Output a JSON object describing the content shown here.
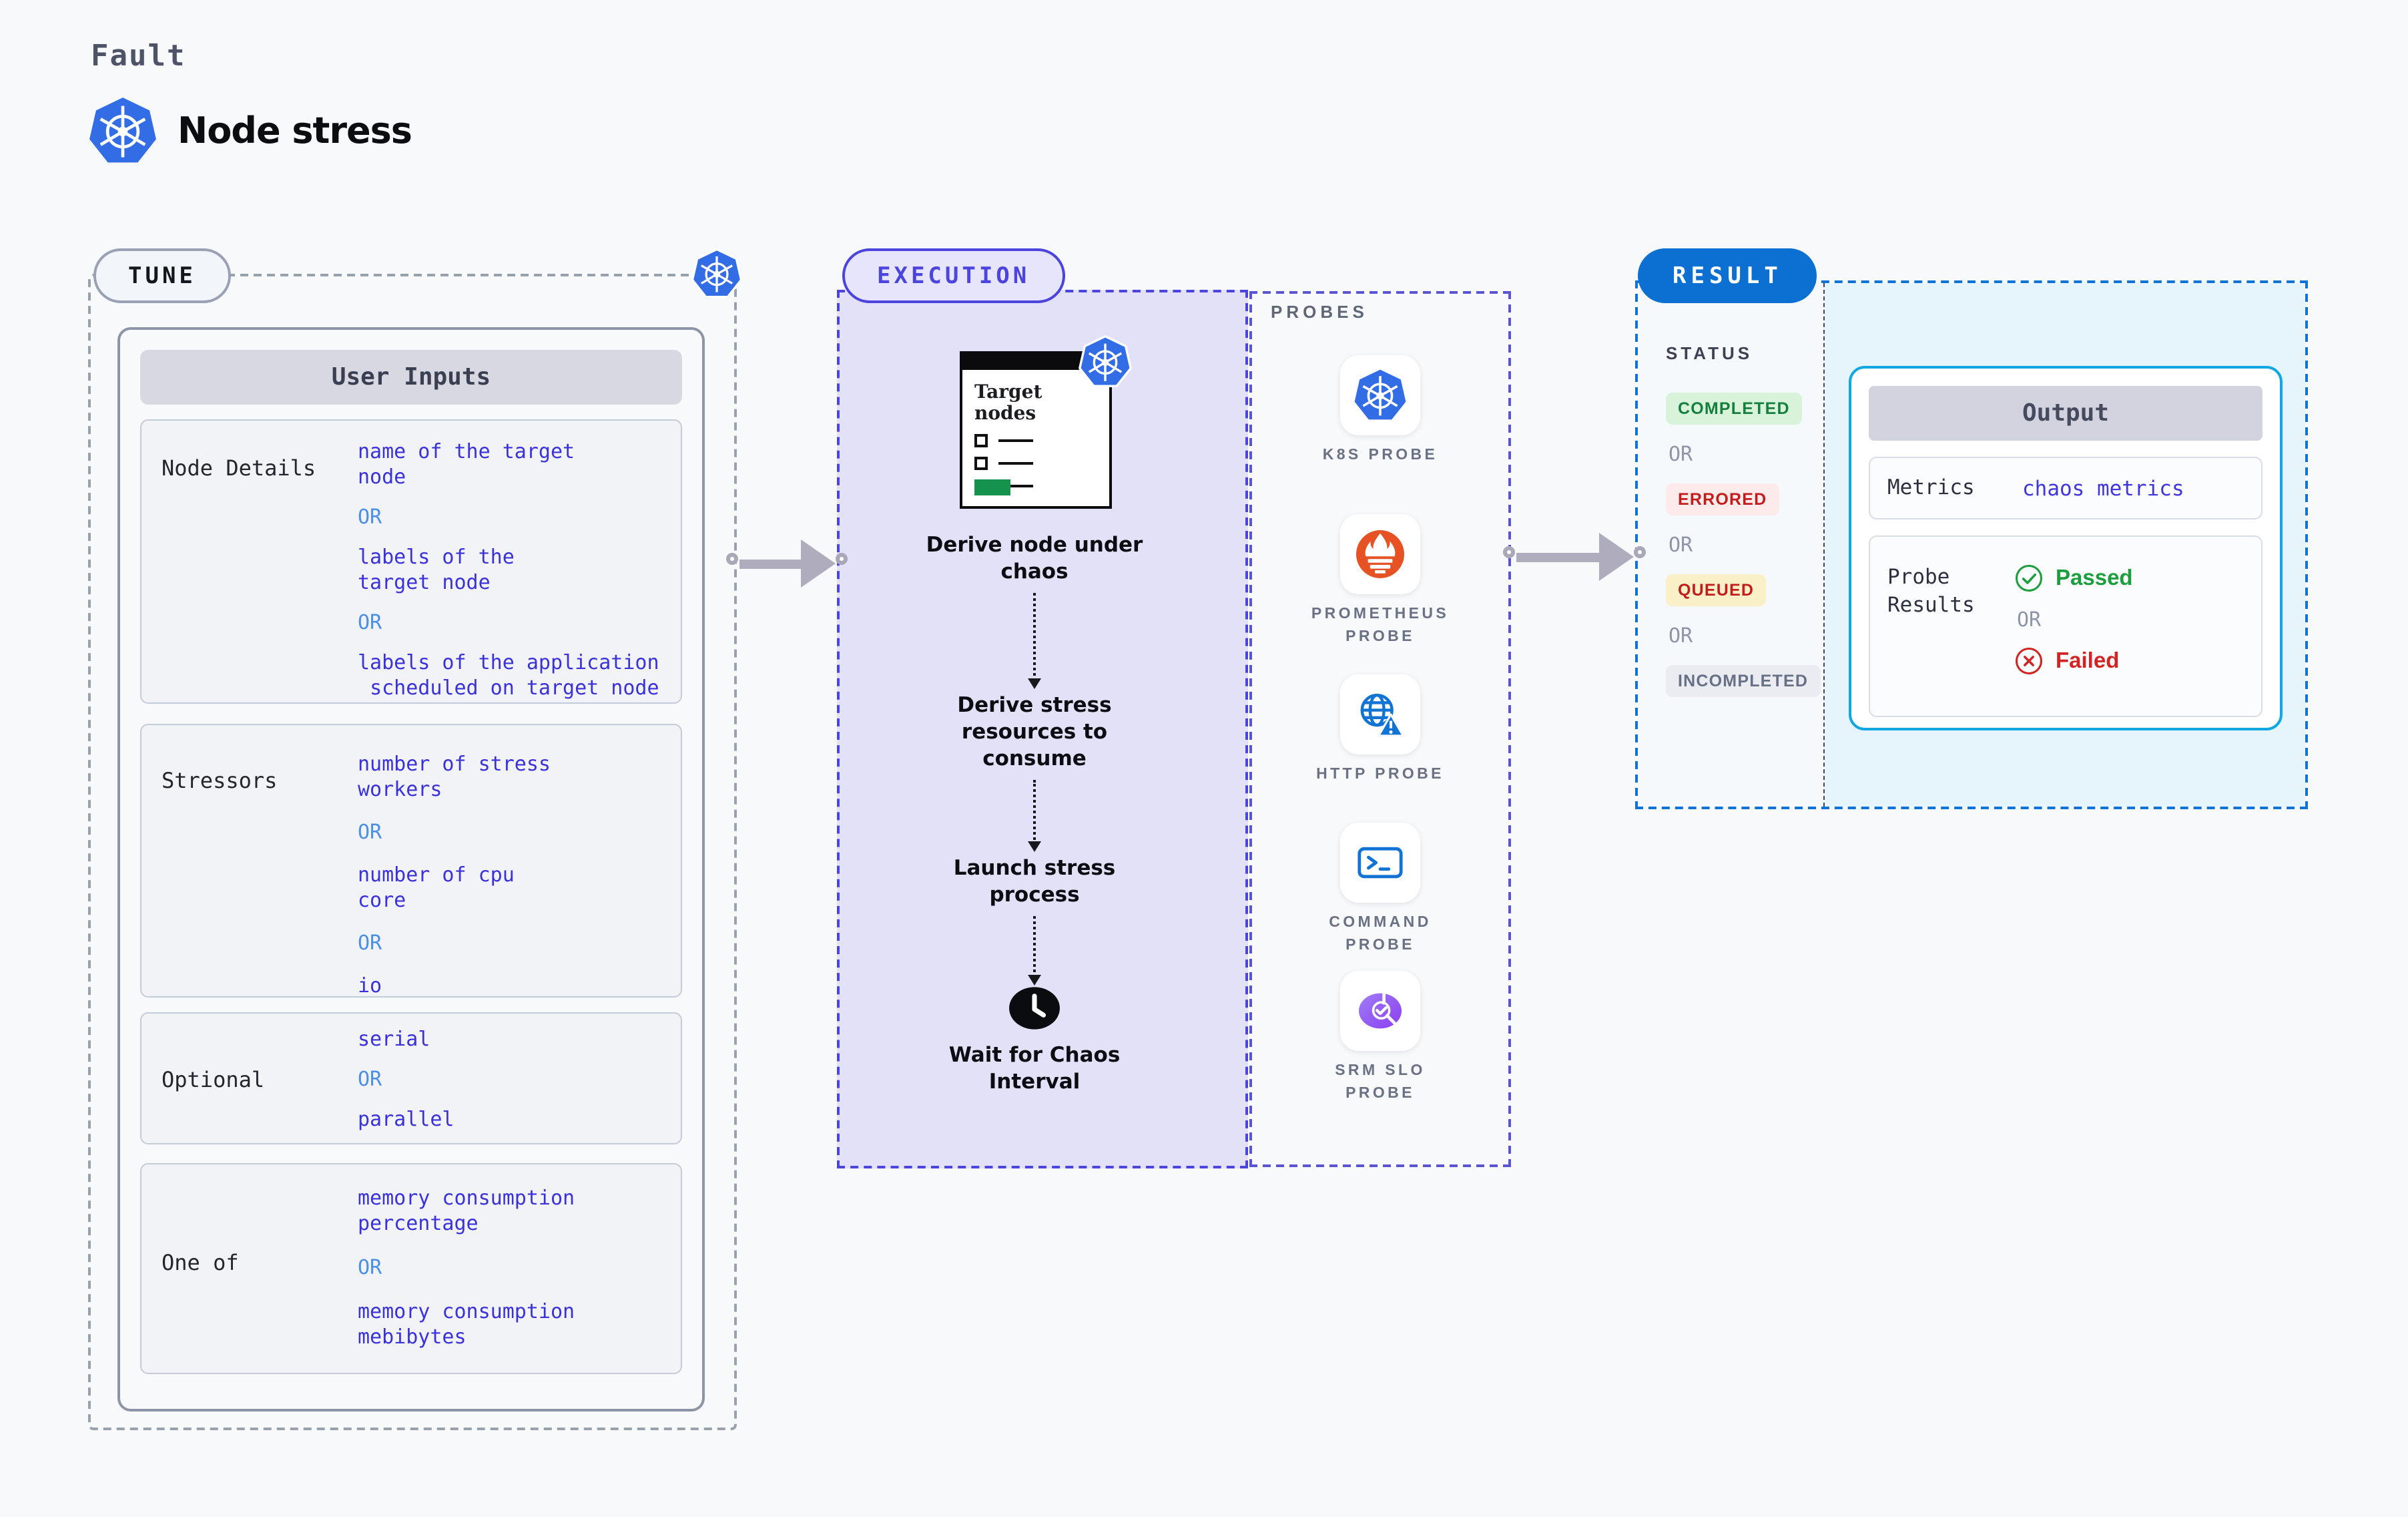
{
  "header": {
    "eyebrow": "Fault",
    "title": "Node stress",
    "icon": "kubernetes-logo"
  },
  "colors": {
    "page_bg": "#f7f9fb",
    "k8s_blue": "#326de6",
    "tune_border_gray": "#99a1ad",
    "execution_indigo": "#4b44dd",
    "execution_fill": "#e3e1f8",
    "probes_indigo": "#5956cf",
    "result_blue": "#0b70d2",
    "result_fill": "#e6f4fc",
    "output_border_cyan": "#10a7e3",
    "value_blue": "#3a31dd",
    "or_blue": "#4a90e8",
    "success_green": "#1d9e3c",
    "error_red": "#d32424",
    "queued_bg_yellow": "#faf0c8",
    "prometheus_orange": "#e75225",
    "srm_purple": "#8b3df0",
    "arrow_gray": "#aeacbd",
    "target_nodes_green": "#15934d"
  },
  "tune": {
    "badge": "TUNE",
    "corner_icon": "kubernetes-logo",
    "user_inputs": {
      "header": "User Inputs",
      "rows": [
        {
          "label": "Node Details",
          "lines": [
            "name of the target\nnode",
            "OR",
            "labels of the\ntarget node",
            "OR",
            "labels of the application\n scheduled on target node"
          ]
        },
        {
          "label": "Stressors",
          "lines": [
            "number of stress\nworkers",
            "OR",
            "number of cpu\ncore",
            "OR",
            "io"
          ]
        },
        {
          "label": "Optional",
          "lines": [
            "serial",
            "OR",
            "parallel"
          ]
        },
        {
          "label": "One of",
          "lines": [
            "memory consumption\npercentage",
            "OR",
            "memory consumption\nmebibytes"
          ]
        }
      ]
    }
  },
  "execution": {
    "badge": "EXECUTION",
    "target_nodes_label": "Target\nnodes",
    "target_nodes_icon": "kubernetes-logo",
    "steps": [
      "Derive node under\nchaos",
      "Derive stress\nresources to\nconsume",
      "Launch stress\nprocess"
    ],
    "wait_icon": "clock-icon",
    "wait_label": "Wait for Chaos\nInterval"
  },
  "probes": {
    "title": "PROBES",
    "items": [
      {
        "icon": "kubernetes-logo",
        "label": "K8S PROBE"
      },
      {
        "icon": "prometheus-flame",
        "label": "PROMETHEUS\nPROBE"
      },
      {
        "icon": "globe-alert",
        "label": "HTTP PROBE"
      },
      {
        "icon": "terminal",
        "label": "COMMAND\nPROBE"
      },
      {
        "icon": "slo-pie-check",
        "label": "SRM SLO\nPROBE"
      }
    ]
  },
  "result": {
    "badge": "RESULT",
    "status": {
      "title": "STATUS",
      "entries": [
        {
          "text": "COMPLETED",
          "type": "completed"
        },
        {
          "text": "OR",
          "type": "or"
        },
        {
          "text": "ERRORED",
          "type": "errored"
        },
        {
          "text": "OR",
          "type": "or"
        },
        {
          "text": "QUEUED",
          "type": "queued"
        },
        {
          "text": "OR",
          "type": "or"
        },
        {
          "text": "INCOMPLETED",
          "type": "incompleted"
        }
      ]
    },
    "output": {
      "header": "Output",
      "metrics_label": "Metrics",
      "metrics_value": "chaos metrics",
      "probe_results_label": "Probe\nResults",
      "passed_icon": "check-circle",
      "passed": "Passed",
      "or": "OR",
      "failed_icon": "x-circle",
      "failed": "Failed"
    }
  }
}
